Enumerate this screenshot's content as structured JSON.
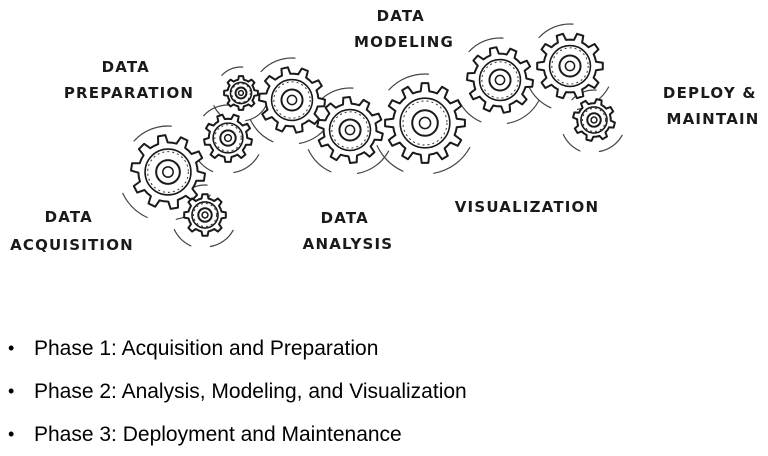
{
  "stages": [
    {
      "id": "acquisition",
      "lines": [
        "DATA",
        "ACQUISITION"
      ]
    },
    {
      "id": "preparation",
      "lines": [
        "DATA",
        "PREPARATION"
      ]
    },
    {
      "id": "modeling",
      "lines": [
        "DATA",
        "MODELING"
      ]
    },
    {
      "id": "analysis",
      "lines": [
        "DATA",
        "ANALYSIS"
      ]
    },
    {
      "id": "visualization",
      "lines": [
        "VISUALIZATION"
      ]
    },
    {
      "id": "deploy",
      "lines": [
        "DEPLOY &",
        "MAINTAIN"
      ]
    }
  ],
  "phases": [
    {
      "bullet": "•",
      "text": "Phase 1: Acquisition and Preparation"
    },
    {
      "bullet": "•",
      "text": "Phase 2: Analysis, Modeling, and Visualization"
    },
    {
      "bullet": "•",
      "text": "Phase 3: Deployment and Maintenance"
    }
  ]
}
